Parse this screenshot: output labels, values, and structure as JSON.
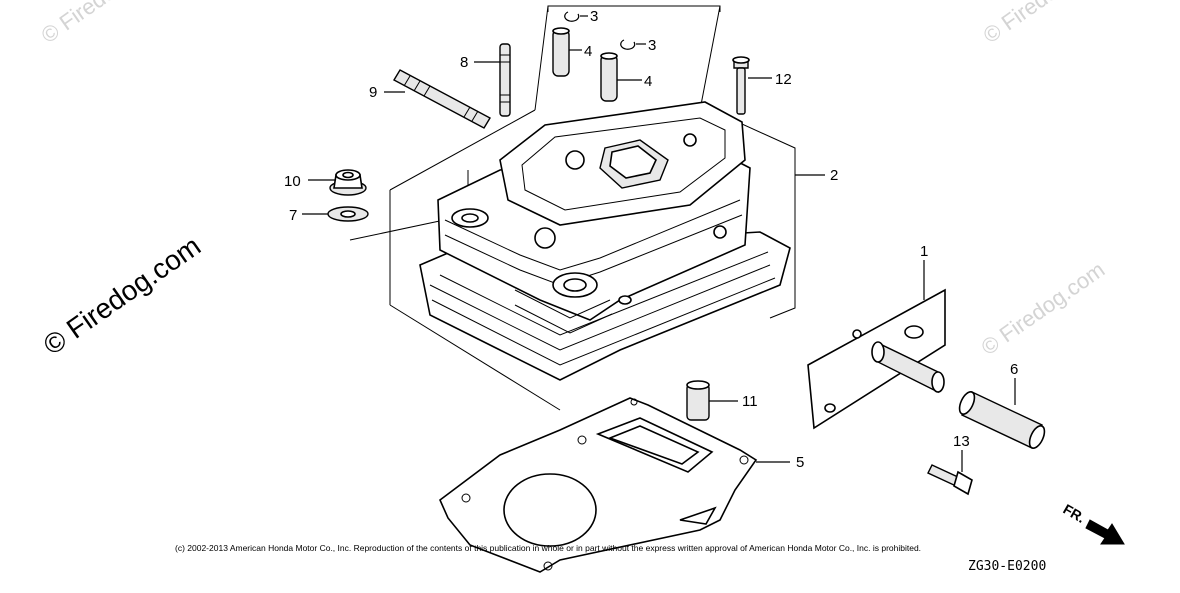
{
  "watermarks": {
    "top_left": "© Firedog",
    "top_right": "© Firedog",
    "left_large": "© Firedog.com",
    "right_mid": "© Firedog.com"
  },
  "callouts": [
    {
      "id": "c1",
      "label": "1"
    },
    {
      "id": "c2",
      "label": "2"
    },
    {
      "id": "c3a",
      "label": "3"
    },
    {
      "id": "c3b",
      "label": "3"
    },
    {
      "id": "c4a",
      "label": "4"
    },
    {
      "id": "c4b",
      "label": "4"
    },
    {
      "id": "c5",
      "label": "5"
    },
    {
      "id": "c6",
      "label": "6"
    },
    {
      "id": "c7",
      "label": "7"
    },
    {
      "id": "c8",
      "label": "8"
    },
    {
      "id": "c9",
      "label": "9"
    },
    {
      "id": "c10",
      "label": "10"
    },
    {
      "id": "c11",
      "label": "11"
    },
    {
      "id": "c12",
      "label": "12"
    },
    {
      "id": "c13",
      "label": "13"
    }
  ],
  "copyright": "(c) 2002-2013 American Honda Motor Co., Inc. Reproduction of the contents of this publication in whole or in part without the express written approval of American Honda Motor Co., Inc. is prohibited.",
  "diagram_code": "ZG30-E0200",
  "direction_label": "FR."
}
